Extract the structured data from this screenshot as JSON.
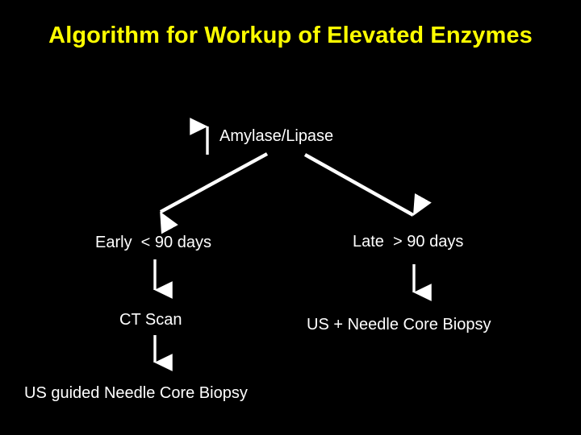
{
  "slide": {
    "background_color": "#000000",
    "title": "Algorithm for Workup of Elevated Enzymes",
    "title_color": "#ffff00",
    "text_color": "#ffffff",
    "arrow_color": "#ffffff"
  },
  "flowchart": {
    "nodes": [
      {
        "id": "amylase",
        "label": "Amylase/Lipase"
      },
      {
        "id": "early",
        "label": "Early  < 90 days"
      },
      {
        "id": "late",
        "label": "Late  > 90 days"
      },
      {
        "id": "ct-scan",
        "label": "CT Scan"
      },
      {
        "id": "us-needle-core-biopsy",
        "label": "US + Needle Core Biopsy"
      },
      {
        "id": "us-guided-needle-core-biopsy",
        "label": "US guided Needle Core Biopsy"
      }
    ],
    "arrows": [
      {
        "id": "arrow-up-amylase",
        "direction": "up",
        "from": "amylase",
        "to": ""
      },
      {
        "id": "arrow-amylase-to-early",
        "direction": "down-left",
        "from": "amylase",
        "to": "early"
      },
      {
        "id": "arrow-amylase-to-late",
        "direction": "down-right",
        "from": "amylase",
        "to": "late"
      },
      {
        "id": "arrow-early-to-ct",
        "direction": "down",
        "from": "early",
        "to": "ct-scan"
      },
      {
        "id": "arrow-late-to-us-needle",
        "direction": "down",
        "from": "late",
        "to": "us-needle-core-biopsy"
      },
      {
        "id": "arrow-ct-to-us-guided",
        "direction": "down",
        "from": "ct-scan",
        "to": "us-guided-needle-core-biopsy"
      }
    ]
  }
}
